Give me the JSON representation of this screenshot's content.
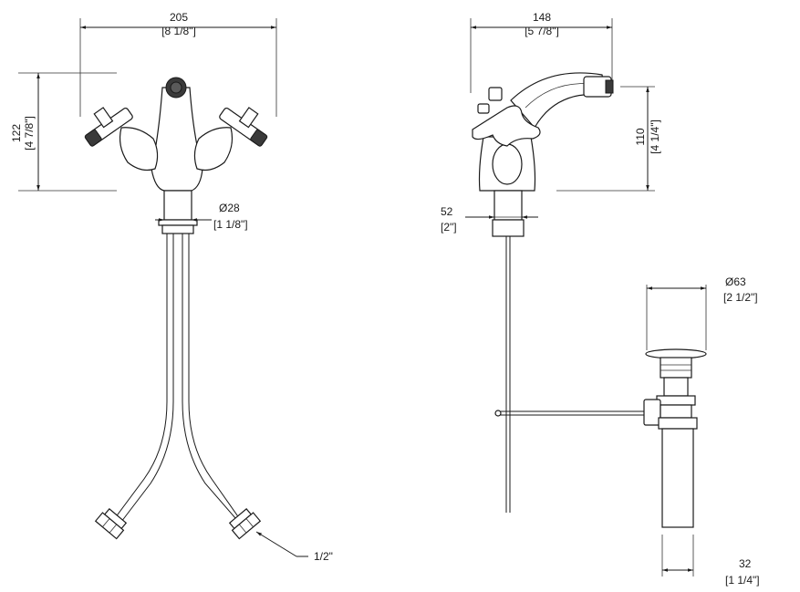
{
  "front_view": {
    "width_mm": "205",
    "width_in": "[8 1/8\"]",
    "height_mm": "122",
    "height_in": "[4 7/8\"]",
    "shank_dia_mm": "Ø28",
    "shank_dia_in": "[1 1/8\"]",
    "connection": "1/2\""
  },
  "side_view": {
    "depth_mm": "148",
    "depth_in": "[5 7/8\"]",
    "height_mm": "110",
    "height_in": "[4 1/4\"]",
    "shank_mm": "52",
    "shank_in": "[2\"]"
  },
  "waste": {
    "flange_dia_mm": "Ø63",
    "flange_dia_in": "[2 1/2\"]",
    "tail_dia_mm": "32",
    "tail_dia_in": "[1 1/4\"]"
  }
}
